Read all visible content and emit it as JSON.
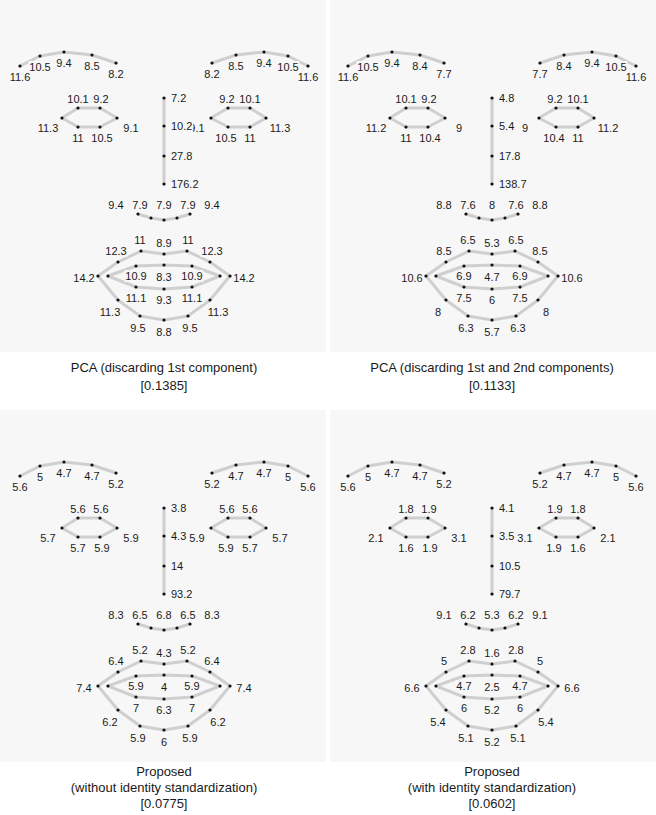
{
  "diagram": {
    "labels": [
      "11.6",
      "10.5",
      "9.4",
      "8.5",
      "8.2",
      "8.2",
      "8.5",
      "9.4",
      "10.5",
      "11.6",
      "11.3",
      "10.1",
      "9.2",
      "9.1",
      "10.5",
      "11",
      "9.1",
      "9.2",
      "10.1",
      "11.3",
      "11",
      "10.5",
      "7.2",
      "10.2",
      "27.8",
      "176.2",
      "9.4",
      "7.9",
      "7.9",
      "7.9",
      "9.4",
      "14.2",
      "12.3",
      "11",
      "8.9",
      "11",
      "12.3",
      "14.2",
      "10.9",
      "8.3",
      "10.9",
      "11.1",
      "9.3",
      "11.1",
      "11.3",
      "9.5",
      "8.8",
      "9.5",
      "11.3",
      "PCA (discarding 1st component)",
      "[0.1385]",
      "11.6",
      "10.5",
      "9.4",
      "8.4",
      "7.7",
      "7.7",
      "8.4",
      "9.4",
      "10.5",
      "11.6",
      "11.2",
      "10.1",
      "9.2",
      "9",
      "10.4",
      "11",
      "9",
      "9.2",
      "10.1",
      "11.2",
      "11",
      "10.4",
      "4.8",
      "5.4",
      "17.8",
      "138.7",
      "8.8",
      "7.6",
      "8",
      "7.6",
      "8.8",
      "10.6",
      "8.5",
      "6.5",
      "5.3",
      "6.5",
      "8.5",
      "10.6",
      "6.9",
      "4.7",
      "6.9",
      "7.5",
      "6",
      "7.5",
      "8",
      "6.3",
      "5.7",
      "6.3",
      "8",
      "PCA (discarding 1st and 2nd components)",
      "[0.1133]",
      "5.6",
      "5",
      "4.7",
      "4.7",
      "5.2",
      "5.2",
      "4.7",
      "4.7",
      "5",
      "5.6",
      "5.7",
      "5.6",
      "5.6",
      "5.9",
      "5.9",
      "5.7",
      "5.9",
      "5.6",
      "5.6",
      "5.7",
      "5.7",
      "5.9",
      "3.8",
      "4.3",
      "14",
      "93.2",
      "8.3",
      "6.5",
      "6.8",
      "6.5",
      "8.3",
      "7.4",
      "6.4",
      "5.2",
      "4.3",
      "5.2",
      "6.4",
      "7.4",
      "5.9",
      "4",
      "5.9",
      "7",
      "6.3",
      "7",
      "6.2",
      "5.9",
      "6",
      "5.9",
      "6.2",
      "Proposed",
      "(without identity standardization)",
      "[0.0775]",
      "5.6",
      "5",
      "4.7",
      "4.7",
      "5.2",
      "5.2",
      "4.7",
      "4.7",
      "5",
      "5.6",
      "2.1",
      "1.8",
      "1.9",
      "3.1",
      "1.9",
      "1.6",
      "3.1",
      "1.9",
      "1.8",
      "2.1",
      "1.6",
      "1.9",
      "4.1",
      "3.5",
      "10.5",
      "79.7",
      "9.1",
      "6.2",
      "5.3",
      "6.2",
      "9.1",
      "6.6",
      "5",
      "2.8",
      "1.6",
      "2.8",
      "5",
      "6.6",
      "4.7",
      "2.5",
      "4.7",
      "6",
      "5.2",
      "6",
      "5.4",
      "5.1",
      "5.2",
      "5.1",
      "5.4",
      "Proposed",
      "(with identity standardization)",
      "[0.0602]"
    ]
  }
}
